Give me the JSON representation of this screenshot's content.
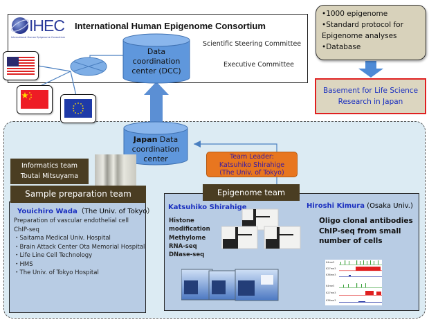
{
  "ihec": {
    "logo_text": "IHEC",
    "logo_subtitle": "International Human Epigenome Consortium",
    "title": "International Human Epigenome Consortium",
    "dcc_lines": [
      "Data",
      "coordination",
      "center (DCC)"
    ],
    "committees": [
      "Scientific Steering Committee",
      "Executive Committee"
    ],
    "flags": [
      "usa-flag",
      "china-flag",
      "eu-flag"
    ]
  },
  "goals": {
    "items": [
      "•1000 epigenome",
      "•Standard protocol for",
      "Epigenome analyses",
      "•Database"
    ],
    "outcome_lines": [
      "Basement for Life Science",
      "Research in Japan"
    ]
  },
  "japan": {
    "dcc_bold": "Japan",
    "dcc_rest": " Data",
    "dcc_lines": [
      "coordination",
      "center"
    ],
    "informatics": [
      "Informatics team",
      "Toutai Mitsuyama"
    ],
    "team_leader": [
      "Team Leader:",
      "Katsuhiko Shirahige",
      "(The Univ. of Tokyo)"
    ]
  },
  "sample_team": {
    "header": "Sample preparation team",
    "lead_name": "Youichiro Wada",
    "lead_affil": "（The Univ. of Tokyo）",
    "description": [
      "Preparation of vascular endothelial cell",
      "ChIP-seq"
    ],
    "sites": [
      "・Saitama Medical Univ. Hospital",
      "・Brain Attack Center Ota Memorial Hospital",
      "・Life Line Cell Technology",
      "・HMS",
      "・The Univ. of Tokyo Hospital"
    ]
  },
  "epigenome_team": {
    "header": "Epigenome team",
    "member1_name": "Katsuhiko Shirahige",
    "member1_tasks": [
      "Histone",
      "modification",
      "Methylome",
      "RNA-seq",
      "DNase-seq"
    ],
    "member2_name": "Hiroshi Kimura",
    "member2_affil": " (Osaka Univ.)",
    "member2_tasks": [
      "Oligo clonal antibodies",
      "ChIP-seq from small",
      "number of cells"
    ],
    "track_labels": [
      "K4me3",
      "K27me3",
      "K36me3",
      "K4me3",
      "K27me3",
      "K36me3"
    ]
  },
  "colors": {
    "accent_blue": "#1a2fbf",
    "cylinder_blue": "#5b93d6",
    "team_leader_orange": "#e8761f",
    "header_brown": "#4a3d22",
    "panel_blue": "#b8cce4",
    "outcome_border_red": "#e02020"
  }
}
